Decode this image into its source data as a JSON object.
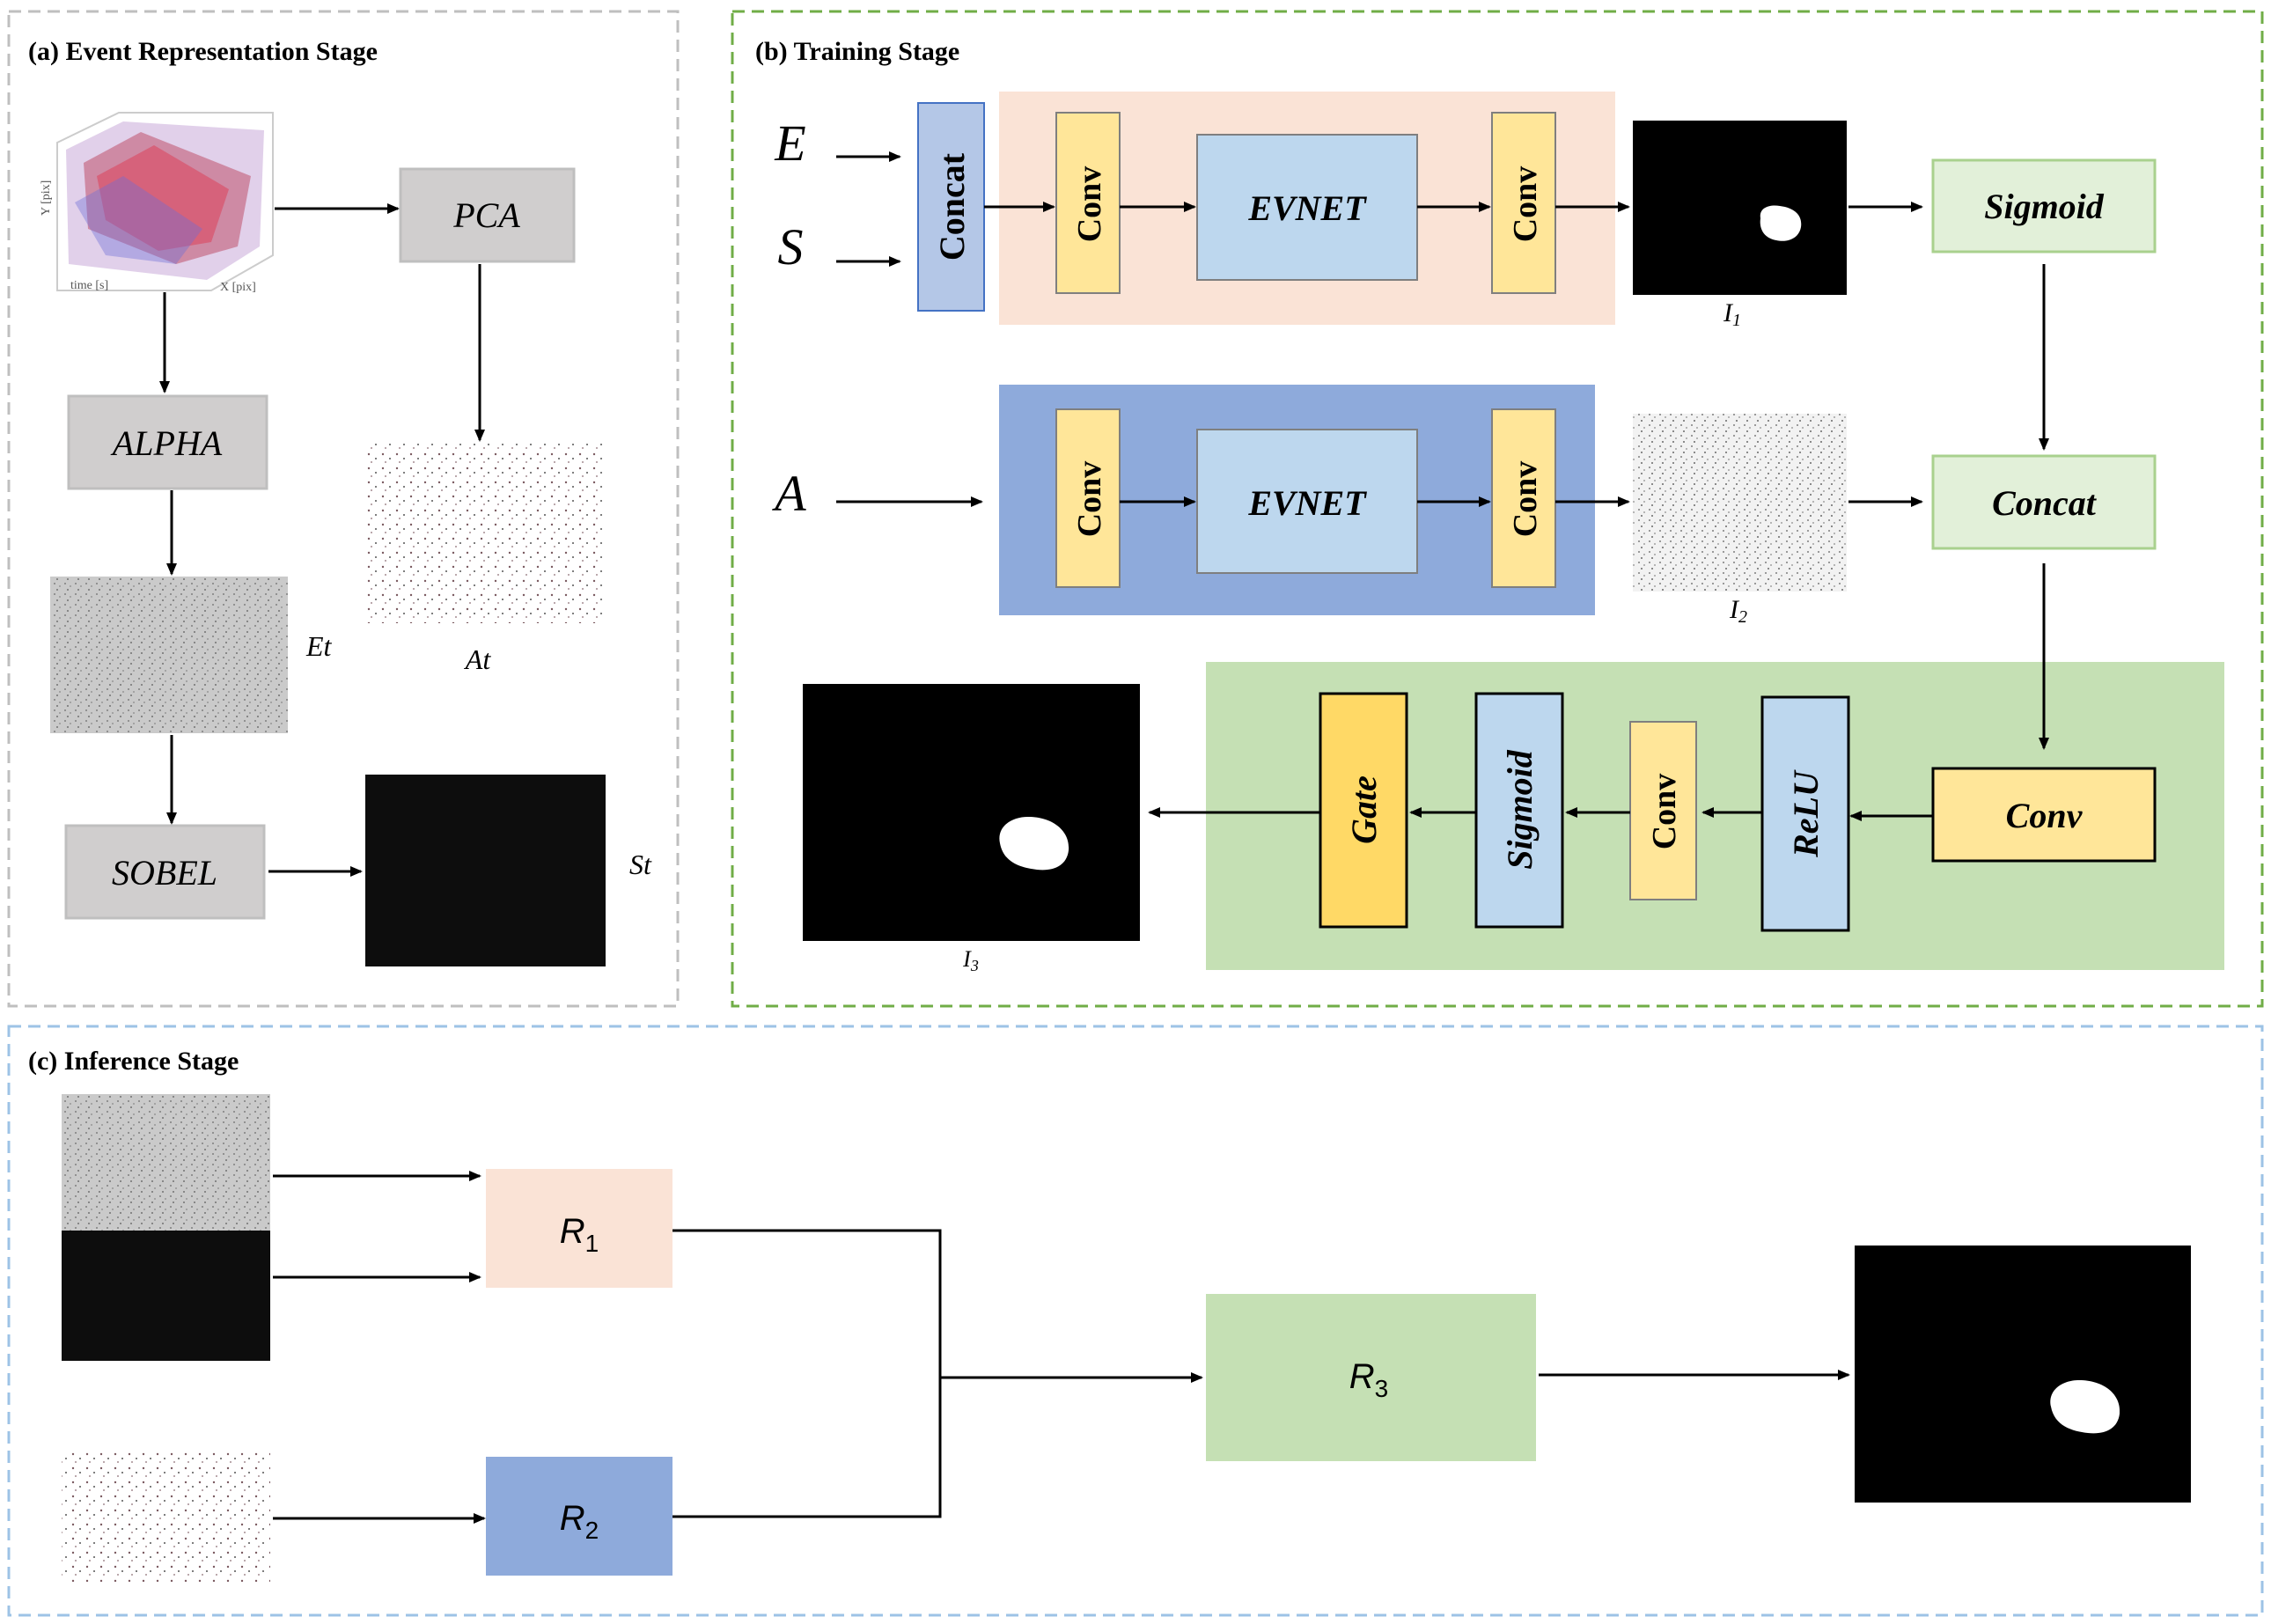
{
  "sections": {
    "a": {
      "title": "(a)  Event Representation Stage"
    },
    "b": {
      "title": "(b)  Training Stage"
    },
    "c": {
      "title": "(c)  Inference Stage"
    }
  },
  "stage_a": {
    "cube_axis_y": "Y [pix]",
    "cube_axis_time": "time [s]",
    "cube_axis_x": "X [pix]",
    "pca": "PCA",
    "alpha": "ALPHA",
    "sobel": "SOBEL",
    "label_et": "Et",
    "label_at": "At",
    "label_st": "St"
  },
  "stage_b": {
    "input_e": "E",
    "input_s": "S",
    "input_a": "A",
    "concat": "Concat",
    "conv": "Conv",
    "evnet": "EVNET",
    "sigmoid": "Sigmoid",
    "concat_green": "Concat",
    "conv_gate": "Conv",
    "relu": "ReLU",
    "gate": "Gate",
    "label_i1": "I",
    "sub_i1": "1",
    "label_i2": "I",
    "sub_i2": "2",
    "label_i3": "I",
    "sub_i3": "3"
  },
  "stage_c": {
    "r1": "R",
    "r1_sub": "1",
    "r2": "R",
    "r2_sub": "2",
    "r3": "R",
    "r3_sub": "3"
  },
  "colors": {
    "peach_bg": "#fae3d6",
    "blue_bg": "#8eaadb",
    "green_bg": "#c5e0b4",
    "concat_blue": "#b4c7e7",
    "conv_yellow": "#ffe699",
    "evnet_blue": "#bdd7ee",
    "light_green_box": "#e2f0d9",
    "gate_yellow": "#ffd966",
    "border_gray": "#bfbfbf",
    "border_green": "#70ad47",
    "border_blue": "#9dc3e6"
  }
}
